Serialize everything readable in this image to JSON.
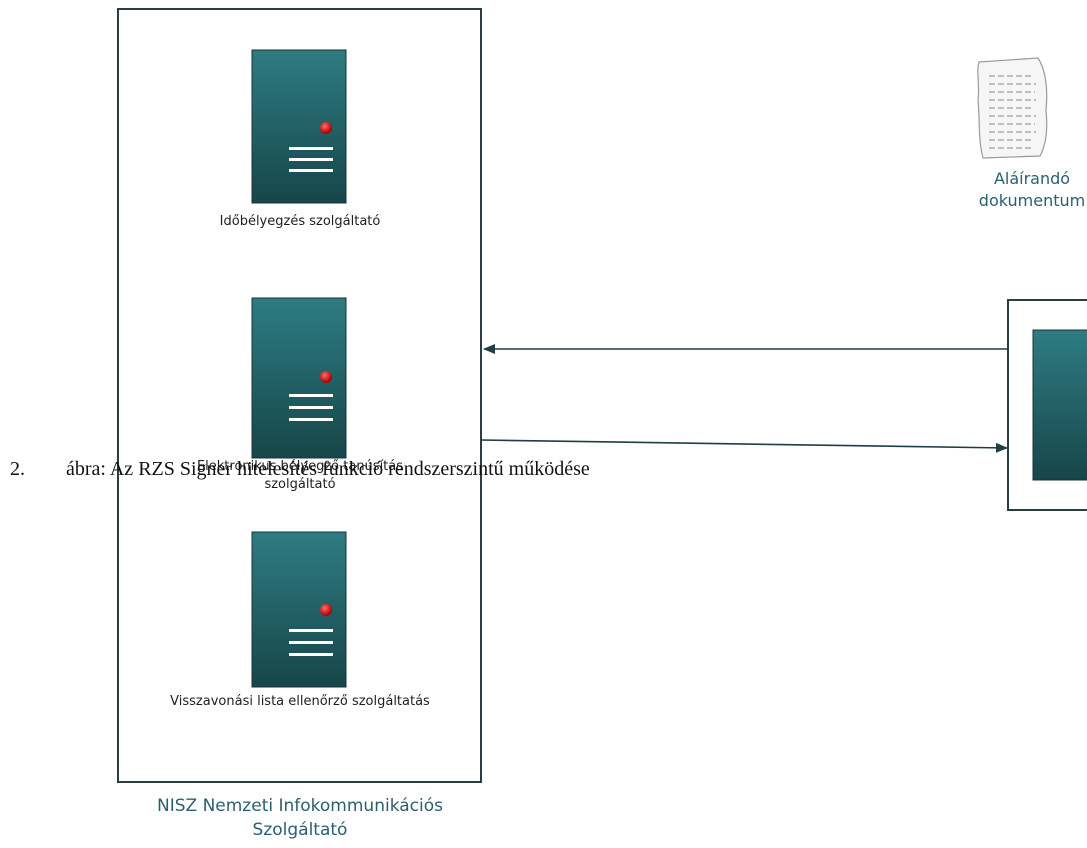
{
  "servers": [
    {
      "label_lines": [
        "Időbélyegzés szolgáltató"
      ]
    },
    {
      "label_lines": [
        "Elektronikus bélyegző tanúsítás",
        "szolgáltató"
      ]
    },
    {
      "label_lines": [
        "Visszavonási lista ellenőrző szolgáltatás"
      ]
    }
  ],
  "container_label_lines": [
    "NISZ Nemzeti Infokommunikációs",
    "Szolgáltató"
  ],
  "document_label_lines": [
    "Aláírandó",
    "dokumentum"
  ],
  "caption": {
    "number": "2.",
    "text": "ábra: Az RZS Signer hitelesítés funkció rendszerszintű működése"
  },
  "colors": {
    "server_top": "#2d7a80",
    "server_bottom": "#174a4d",
    "border": "#2a3d42",
    "arrow": "#1e3f46",
    "led": "#c00000",
    "teal_text": "#2a5f72"
  }
}
